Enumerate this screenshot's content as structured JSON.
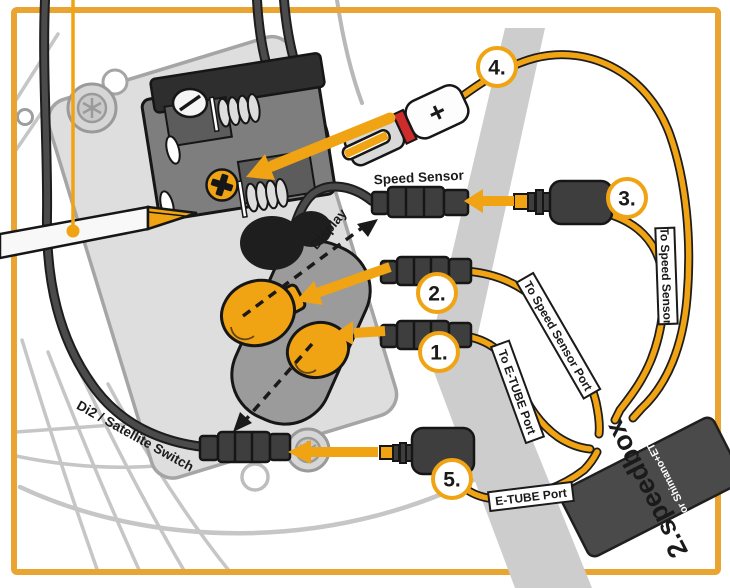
{
  "diagram": {
    "accent_color": "#F0A313",
    "border_color": "#EAA431",
    "red_band_color": "#CE2B2B"
  },
  "labels": {
    "speed_sensor": "Speed Sensor",
    "display": "Display",
    "di2_satellite_switch": "Di2 / Satellite Switch",
    "to_speed_sensor": "To Speed Sensor",
    "to_speed_sensor_port": "To Speed Sensor Port",
    "to_e_tube_port": "To E-TUBE Port",
    "e_tube_port": "E-TUBE Port",
    "plus_marking": "+"
  },
  "callouts": [
    {
      "number": "1."
    },
    {
      "number": "2."
    },
    {
      "number": "3."
    },
    {
      "number": "4."
    },
    {
      "number": "5."
    }
  ],
  "device": {
    "version_prefix": "2.",
    "name": "speedbox",
    "subtitle": "for Shimano+ETP"
  }
}
